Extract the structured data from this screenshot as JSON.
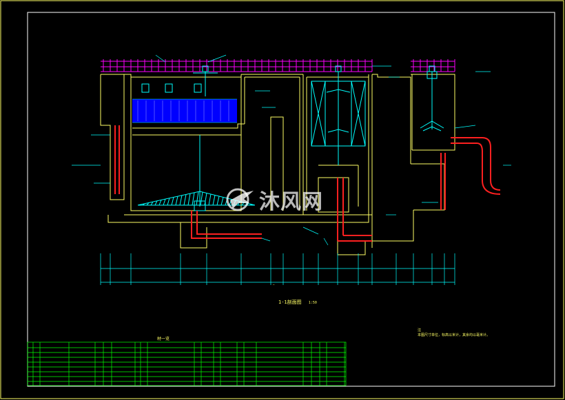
{
  "watermark": {
    "text": "沐风网",
    "logo_icon": "mufeng-bird-logo"
  },
  "drawing": {
    "section_title": "1-1剖面图",
    "section_scale": "1:50",
    "table_caption": "材一览",
    "note_title": "注",
    "note_text": "本图尺寸单位，标高以米计，其余均以毫米计。"
  },
  "colors": {
    "background": "#000000",
    "frame": "#ffff66",
    "structure": "#ffff66",
    "water": "#0000ff",
    "railing": "#ff00ff",
    "pipe": "#ff2020",
    "equipment": "#00ffff",
    "dimension": "#00ffff",
    "table": "#00ff00"
  }
}
